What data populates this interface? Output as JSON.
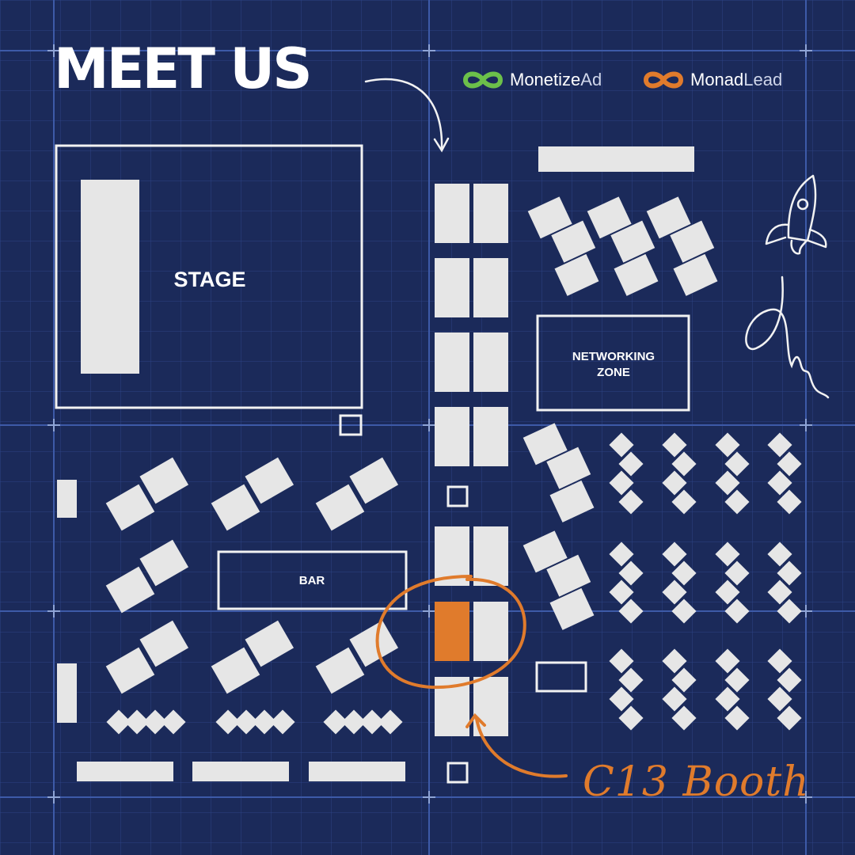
{
  "header": {
    "title": "MEET US"
  },
  "brands": [
    {
      "name_a": "Monetize",
      "name_b": "Ad",
      "color": "#6cc04a"
    },
    {
      "name_a": "Monad",
      "name_b": "Lead",
      "color": "#e07b2c"
    }
  ],
  "zones": {
    "stage": "STAGE",
    "networking_line1": "NETWORKING",
    "networking_line2": "ZONE",
    "bar": "BAR"
  },
  "highlight": {
    "label": "C13 Booth",
    "color": "#e07b2c"
  },
  "colors": {
    "background": "#1b2a5a",
    "grid": "#3a55a0",
    "booth": "#e6e6e6",
    "outline": "#f2f2f2"
  },
  "icons": [
    "rocket-icon",
    "curvy-arrow-icon",
    "squiggle-doodle-icon"
  ]
}
